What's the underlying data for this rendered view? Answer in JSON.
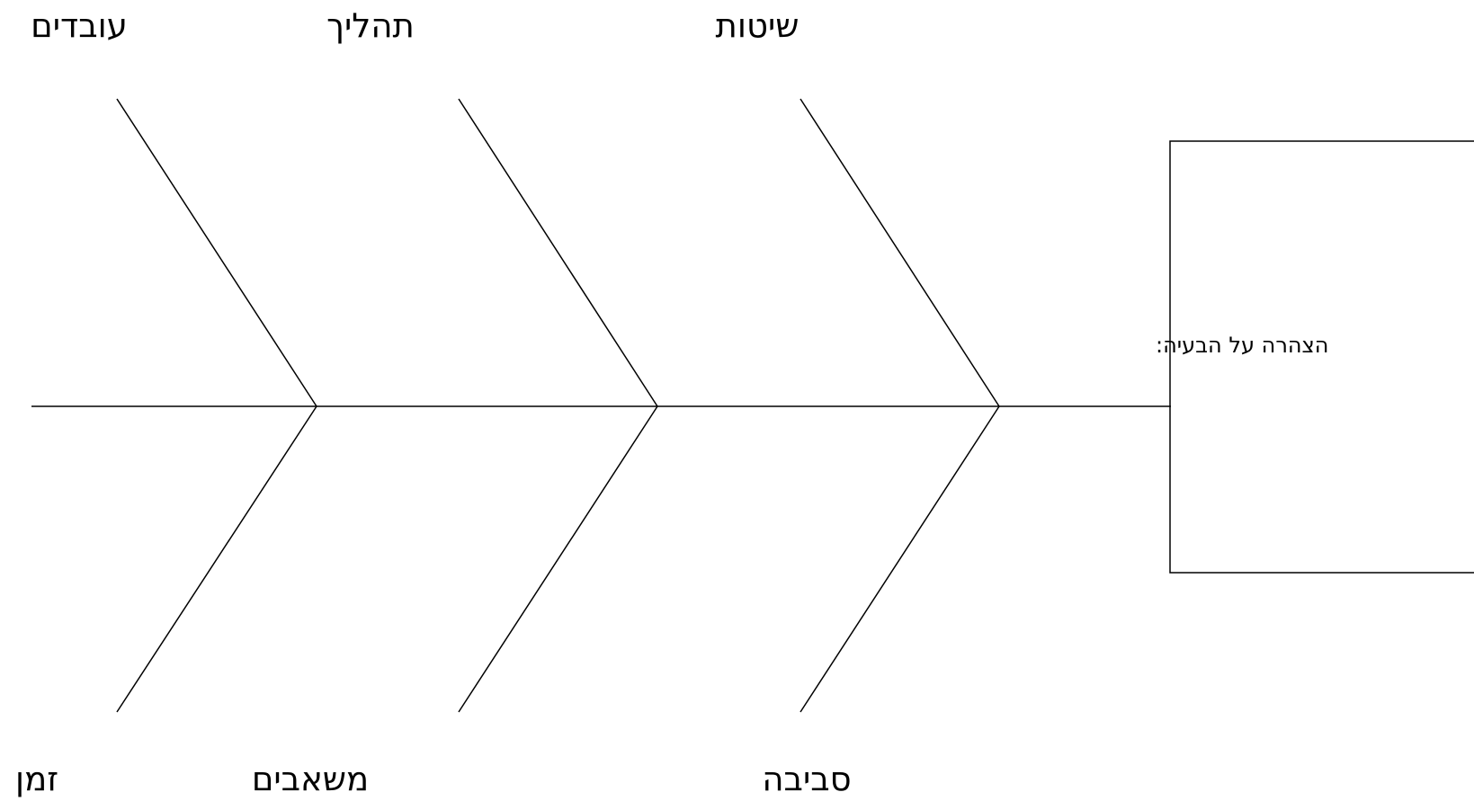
{
  "diagram": {
    "categories_top": [
      "עובדים",
      "תהליך",
      "שיטות"
    ],
    "categories_bottom": [
      "זמן",
      "משאבים",
      "סביבה"
    ],
    "problem_statement": "הצהרה על הבעיה:",
    "line_color": "#000000",
    "background_color": "#ffffff"
  }
}
